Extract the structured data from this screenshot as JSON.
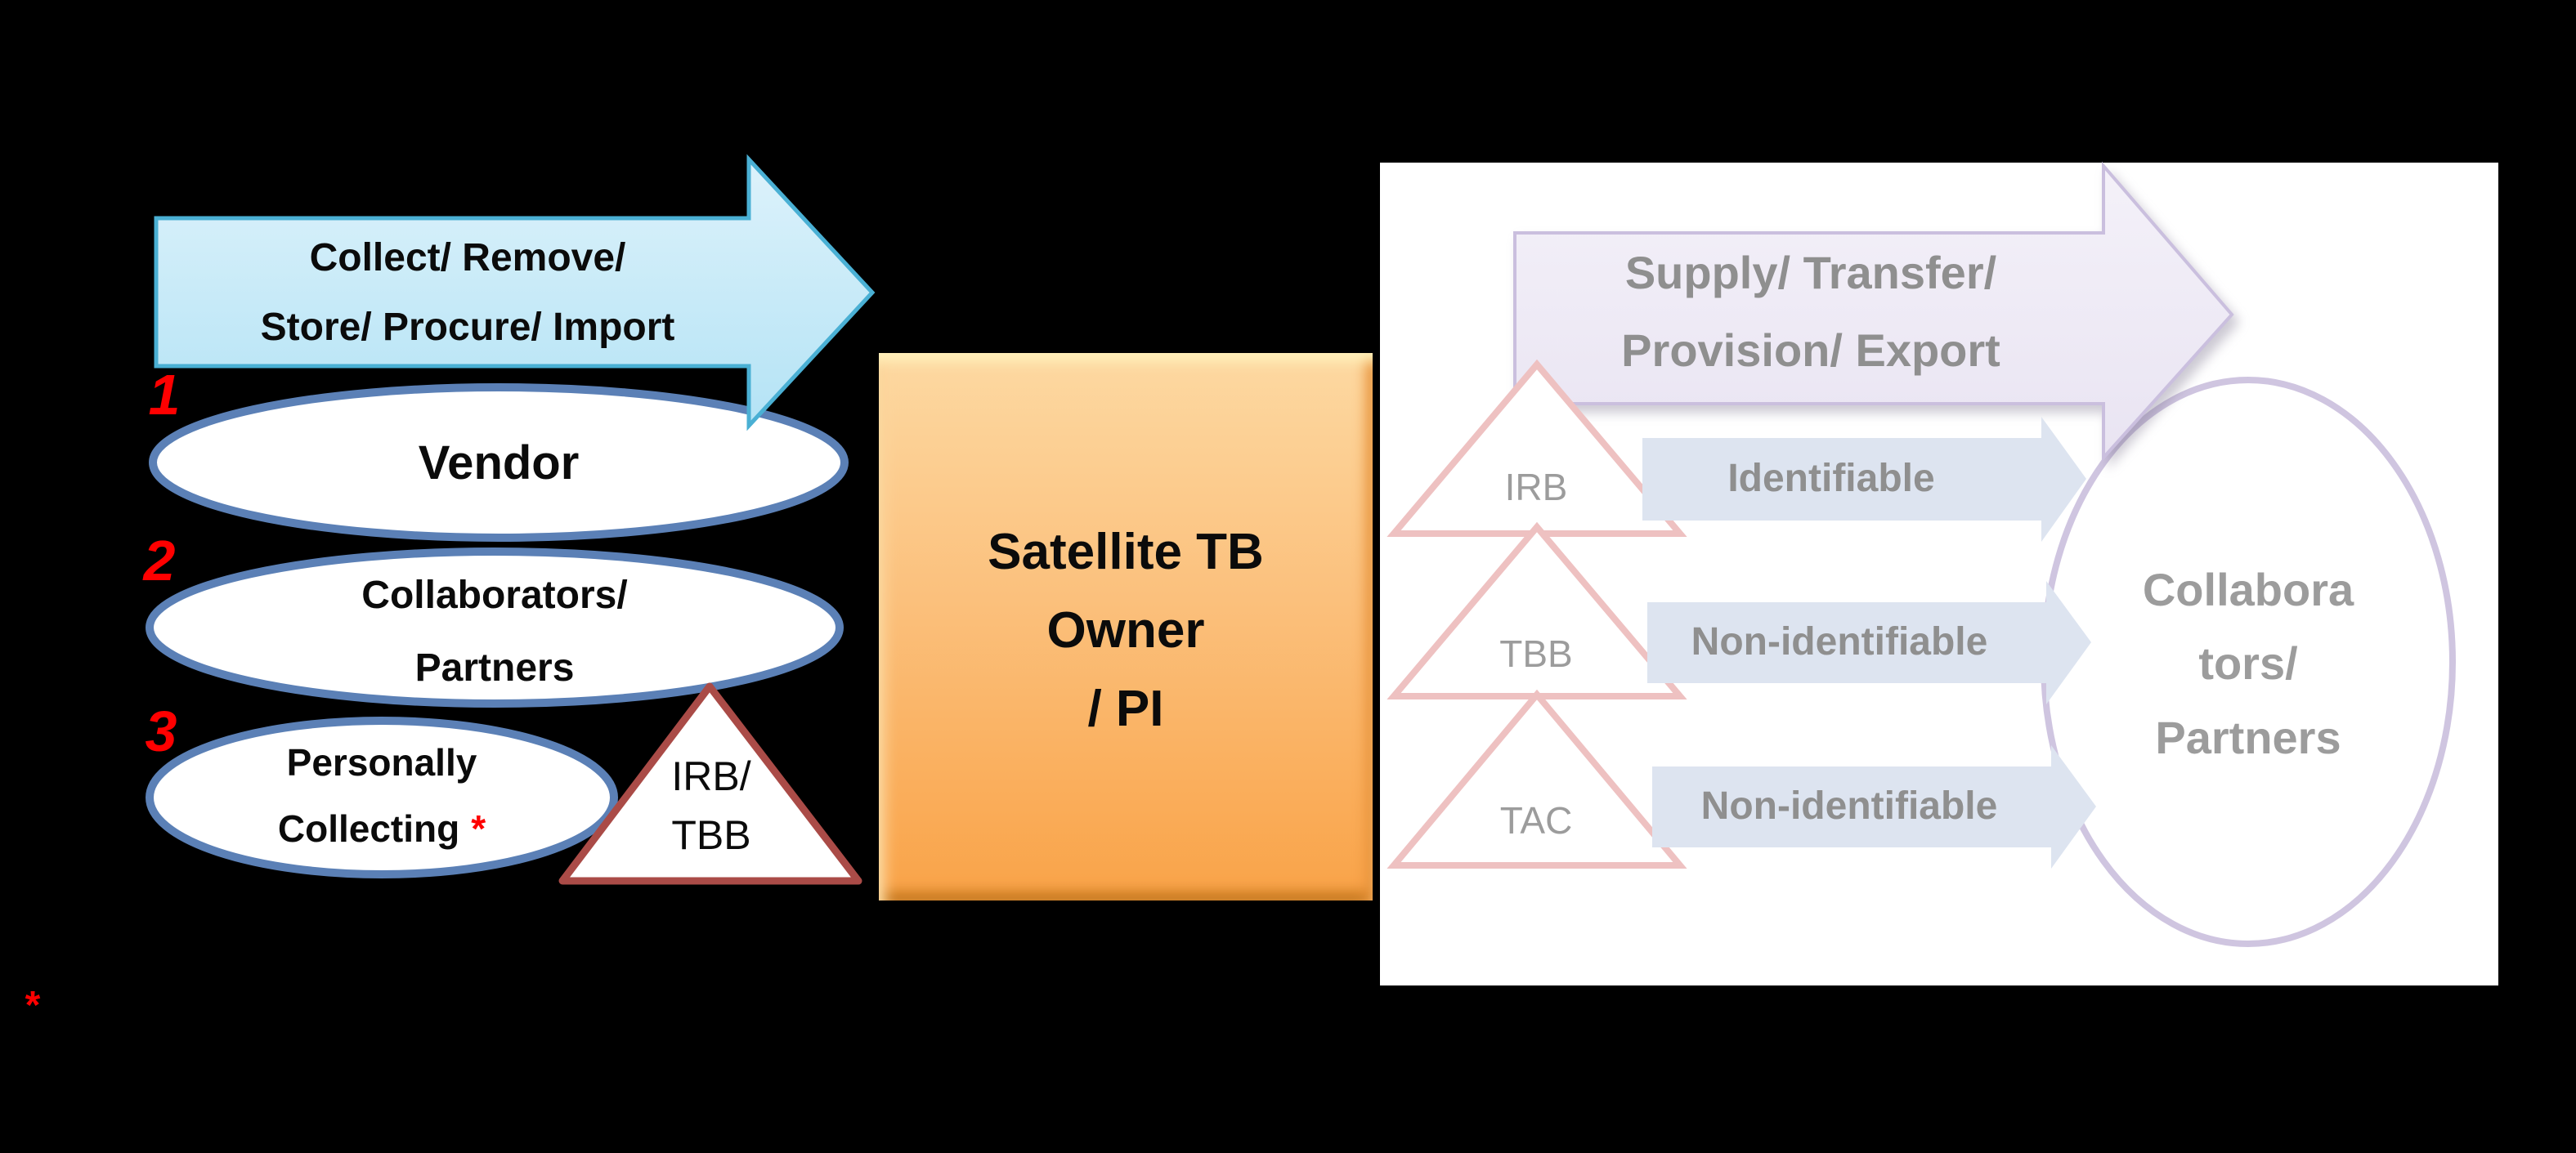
{
  "left_section": {
    "flow_arrow": {
      "line1": "Collect/ Remove/",
      "line2": "Store/ Procure/ Import"
    },
    "numbers": [
      "1",
      "2",
      "3"
    ],
    "sources": [
      {
        "line1": "Vendor",
        "line2": ""
      },
      {
        "line1": "Collaborators/",
        "line2": "Partners"
      },
      {
        "line1": "Personally",
        "line2": "Collecting",
        "asterisk": "*"
      }
    ],
    "approval_triangle": {
      "line1": "IRB/",
      "line2": "TBB"
    }
  },
  "center_section": {
    "owner_box": {
      "line1": "Satellite TB",
      "line2": "Owner",
      "line3": "/ PI"
    }
  },
  "right_section": {
    "flow_arrow": {
      "line1": "Supply/ Transfer/",
      "line2": "Provision/ Export"
    },
    "triangles": [
      {
        "label": "IRB"
      },
      {
        "label": "TBB"
      },
      {
        "label": "TAC"
      }
    ],
    "transfer_arrows": [
      {
        "label": "Identifiable"
      },
      {
        "label": "Non-identifiable"
      },
      {
        "label": "Non-identifiable"
      }
    ],
    "collaborators_ellipse": {
      "line1": "Collabora",
      "line2": "tors/",
      "line3": "Partners"
    }
  },
  "footnote": {
    "marker": "*"
  },
  "colors": {
    "background": "#000000",
    "panel": "#ffffff",
    "cyan_arrow_fill_top": "#dcf1fb",
    "cyan_arrow_fill_bottom": "#b6e4f6",
    "cyan_arrow_border": "#4ab0d4",
    "blue_ellipse_border": "#5b80b6",
    "maroon_triangle_border": "#aa4b47",
    "orange_box_top": "#fdd9a2",
    "orange_box_bottom": "#f9a348",
    "lavender_arrow_fill": "#efebf6",
    "lavender_arrow_border": "#cabfde",
    "pink_triangle_border": "#eec1c1",
    "small_arrow_fill": "#dde4f0",
    "purple_ellipse_border": "#cfc5e0",
    "gray_text": "#9c9c9c",
    "red_accent": "#ff0000"
  }
}
